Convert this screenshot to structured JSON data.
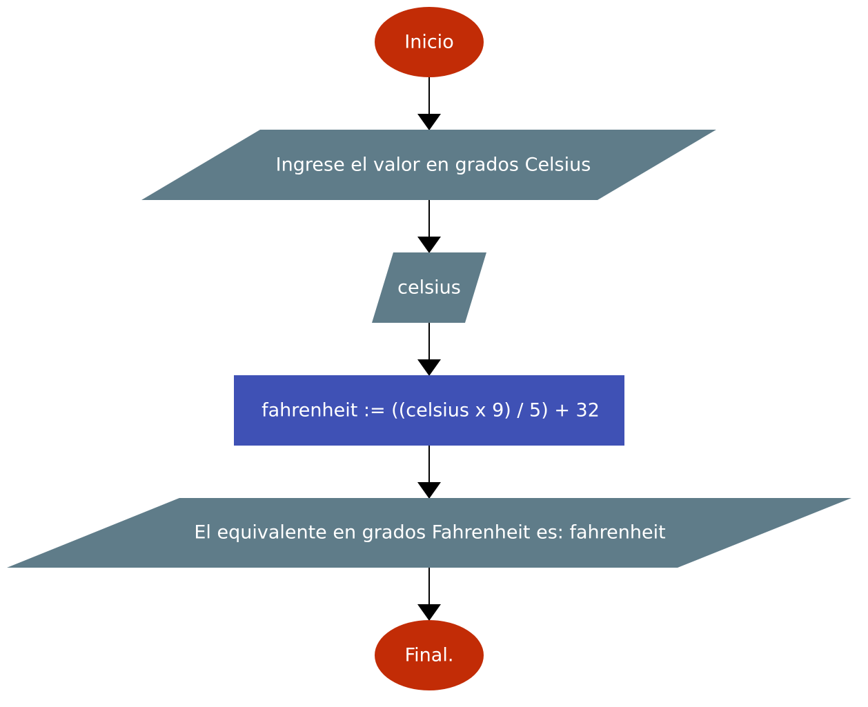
{
  "flowchart": {
    "colors": {
      "terminal": "#c22c06",
      "io": "#5f7c89",
      "process": "#3f51b5",
      "edge": "#000000",
      "text": "#ffffff",
      "background": "#ffffff"
    },
    "nodes": [
      {
        "id": "start",
        "shape": "ellipse",
        "text": "Inicio"
      },
      {
        "id": "prompt",
        "shape": "parallelogram",
        "text": "Ingrese el valor en grados Celsius"
      },
      {
        "id": "input",
        "shape": "parallelogram",
        "text": "celsius"
      },
      {
        "id": "compute",
        "shape": "rectangle",
        "text": "fahrenheit := ((celsius x 9) / 5) + 32"
      },
      {
        "id": "output",
        "shape": "parallelogram",
        "text": "El equivalente en grados Fahrenheit es: fahrenheit"
      },
      {
        "id": "end",
        "shape": "ellipse",
        "text": "Final."
      }
    ],
    "edges": [
      {
        "from": "start",
        "to": "prompt"
      },
      {
        "from": "prompt",
        "to": "input"
      },
      {
        "from": "input",
        "to": "compute"
      },
      {
        "from": "compute",
        "to": "output"
      },
      {
        "from": "output",
        "to": "end"
      }
    ]
  }
}
